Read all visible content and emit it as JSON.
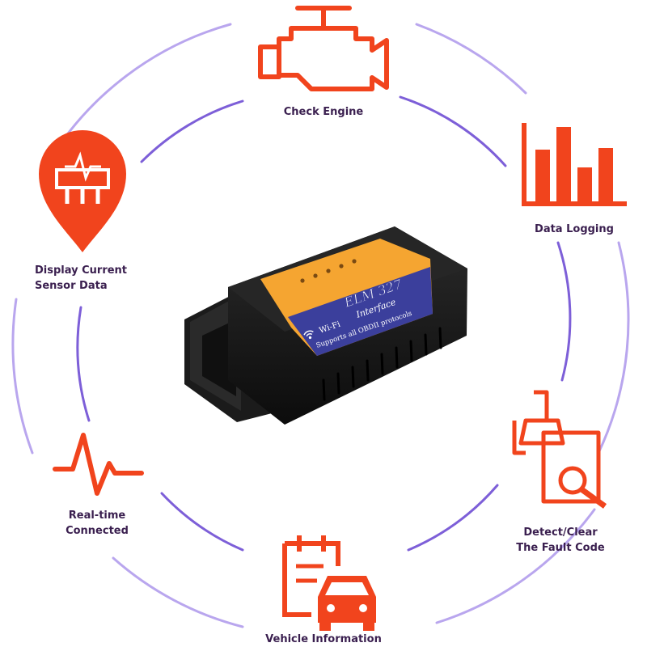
{
  "features": {
    "check_engine": "Check Engine",
    "data_logging": "Data Logging",
    "sensor_line1": "Display Current",
    "sensor_line2": "Sensor Data",
    "realtime_line1": "Real-time",
    "realtime_line2": "Connected",
    "fault_line1": "Detect/Clear",
    "fault_line2": "The Fault Code",
    "vehicle_info": "Vehicle Information"
  },
  "device": {
    "brand": "ELM 327",
    "interface": "Interface",
    "wifi": "Wi-Fi",
    "protocols": "Supports all OBDII protocols"
  },
  "colors": {
    "icon": "#f1441d",
    "ring": "#b9a6ee",
    "text": "#3a1f4f",
    "device_body": "#141414",
    "label_orange": "#f5a531",
    "label_blue": "#3b3f9c"
  }
}
